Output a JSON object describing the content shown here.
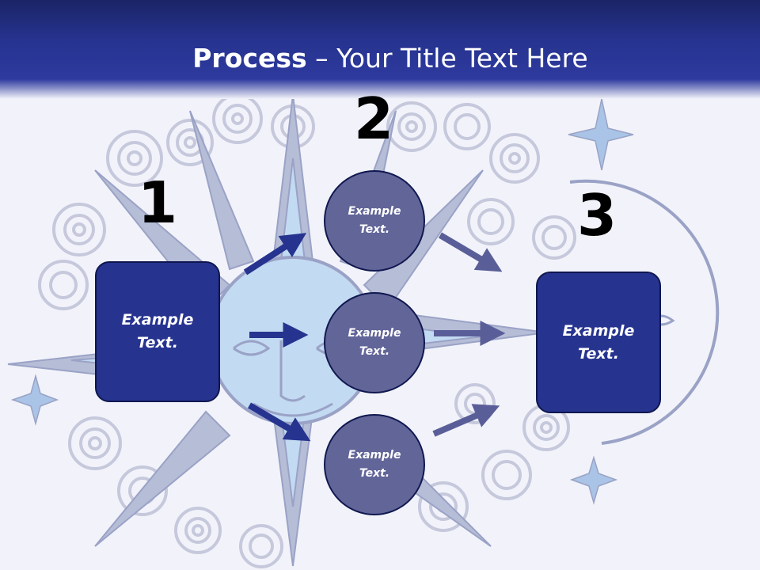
{
  "slide": {
    "title_bold": "Process",
    "title_rest": " – Your Title Text Here"
  },
  "steps": [
    {
      "number": "1",
      "text": "Example\nText."
    },
    {
      "number": "2",
      "text": "Example\nText."
    },
    {
      "number": "3",
      "text": "Example\nText."
    }
  ],
  "circles": [
    {
      "text": "Example\nText."
    },
    {
      "text": "Example\nText."
    },
    {
      "text": "Example\nText."
    }
  ],
  "colors": {
    "header": "#26338f",
    "box_fill": "#26338f",
    "circle_fill": "#626598",
    "arrow_dark": "#26338f",
    "arrow_light": "#5a5e98",
    "background": "#f2f3fa"
  }
}
